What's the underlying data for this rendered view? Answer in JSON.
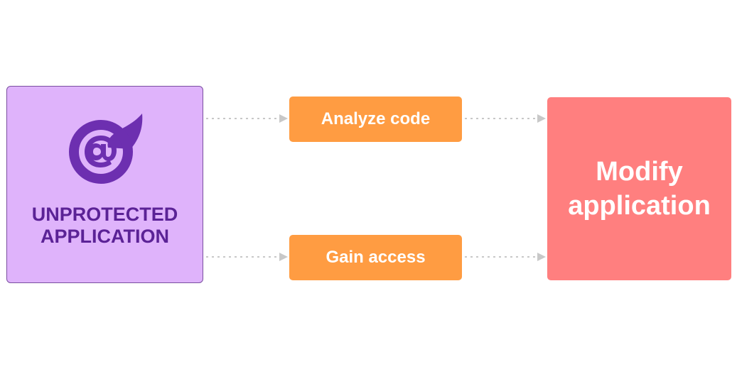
{
  "diagram": {
    "source": {
      "label": "UNPROTECTED APPLICATION",
      "icon": "blazor-logo-icon",
      "color": "#dfb3fb",
      "text_color": "#5b2296"
    },
    "steps": [
      {
        "label": "Analyze code",
        "color": "#ff9c42"
      },
      {
        "label": "Gain access",
        "color": "#ff9c42"
      }
    ],
    "target": {
      "label": "Modify application",
      "color": "#ff7f7f"
    },
    "connector_color": "#c8c8c8"
  }
}
